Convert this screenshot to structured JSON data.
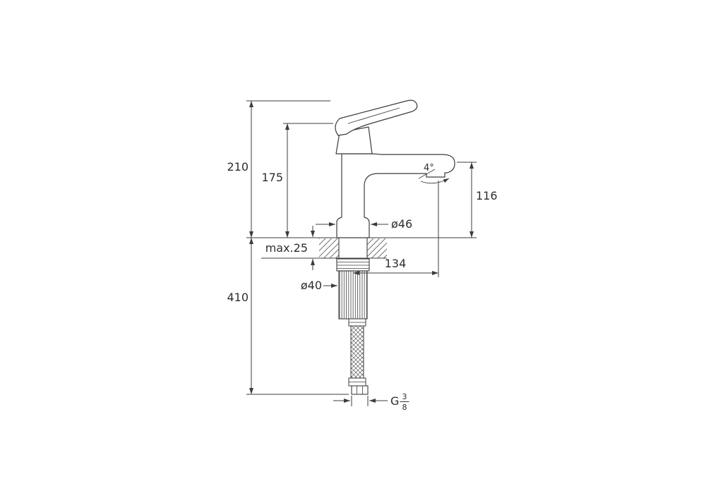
{
  "page": {
    "background": "#ffffff",
    "line_color": "#3c3c3c",
    "text_color": "#2e2e2e"
  },
  "drawing": {
    "type": "technical-dimension-drawing",
    "subject": "single-lever basin mixer faucet, side elevation with mounting shank and flexible supply hose",
    "labels": {
      "total_height": "210",
      "body_height": "175",
      "spout_height": "116",
      "below_counter_depth": "410",
      "counter_thickness": "max.25",
      "base_diameter": "ø46",
      "spout_reach": "134",
      "shank_diameter": "ø40",
      "spout_angle": "4°",
      "thread": {
        "prefix": "G",
        "numerator": "3",
        "denominator": "8"
      }
    }
  }
}
